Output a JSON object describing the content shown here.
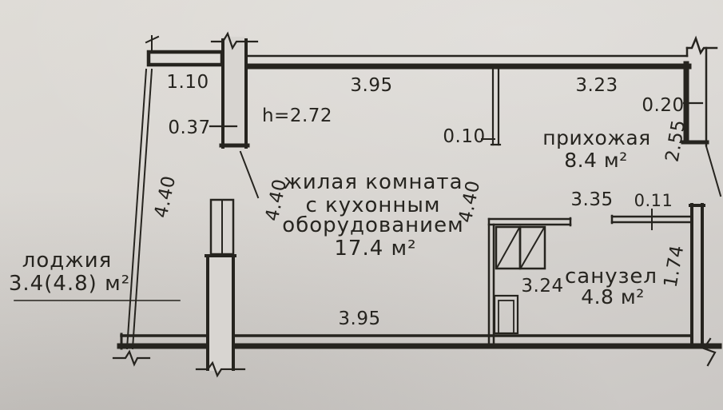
{
  "rooms": {
    "loggia": {
      "name": "лоджия",
      "area": "3.4(4.8) м²"
    },
    "living_room": {
      "name_line1": "жилая комната",
      "name_line2": "с кухонным",
      "name_line3": "оборудованием",
      "area": "17.4 м²"
    },
    "hallway": {
      "name": "прихожая",
      "area": "8.4 м²"
    },
    "bathroom": {
      "name": "санузел",
      "area": "4.8 м²"
    }
  },
  "ceiling_height": "h=2.72",
  "dimensions": {
    "loggia_top_width": "1.10",
    "pier_offset": "0.37",
    "living_top_width": "3.95",
    "living_bottom_width": "3.95",
    "hallway_top_width": "3.23",
    "right_wall_thickness": "0.20",
    "hallway_right_height": "2.55",
    "loggia_length": "4.40",
    "living_left_height": "4.40",
    "living_right_height": "4.40",
    "partition_thickness": "0.10",
    "bathroom_top_width": "3.35",
    "partition_tick": "0.11",
    "bathroom_width": "3.24",
    "bathroom_right_height": "1.74"
  },
  "colors": {
    "paper": "#d8d5d1",
    "ink": "#26241f"
  }
}
